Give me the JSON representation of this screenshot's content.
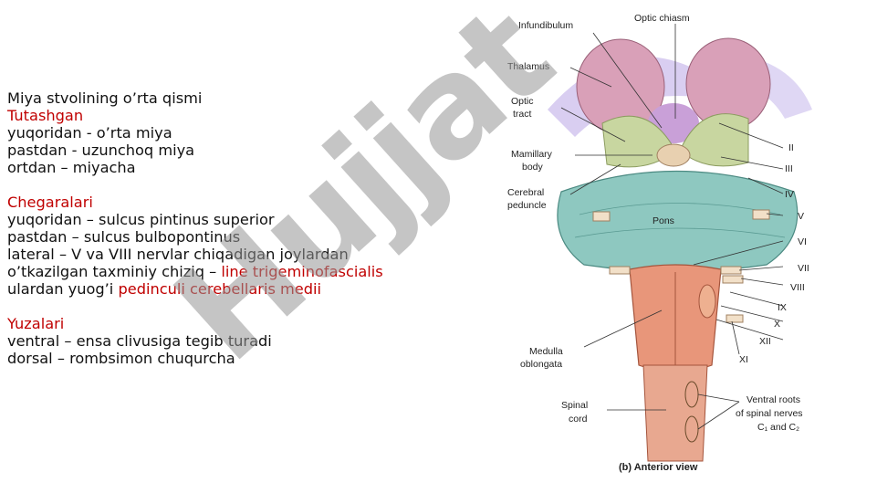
{
  "text": {
    "line1": "Miya stvolining o’rta qismi",
    "line2": "Tutashgan",
    "line3": "yuqoridan - o’rta miya",
    "line4": "pastdan - uzunchoq miya",
    "line5": "ortdan – miyacha",
    "line6": "Chegaralari",
    "line7": "yuqoridan – sulcus pintinus superior",
    "line8": "pastdan – sulcus bulbopontinus",
    "line9": "lateral – V va VIII nervlar chiqadigan joylardan",
    "line10_pre": "o’tkazilgan taxminiy chiziq – ",
    "line10_red": "line trigeminofascialis",
    "line11_pre": "ulardan yuog’i ",
    "line11_red": "pedinculi cerebellaris medii",
    "line12": "Yuzalari",
    "line13": "ventral – ensa clivusiga tegib turadi",
    "line14": "dorsal – rombsimon chuqurcha"
  },
  "watermark": "Hujjat",
  "figure": {
    "labels": {
      "infundibulum": "Infundibulum",
      "optic_chiasm": "Optic chiasm",
      "thalamus": "Thalamus",
      "optic_tract_1": "Optic",
      "optic_tract_2": "tract",
      "mamillary_1": "Mamillary",
      "mamillary_2": "body",
      "cerebral_1": "Cerebral",
      "cerebral_2": "peduncle",
      "pons": "Pons",
      "medulla_1": "Medulla",
      "medulla_2": "oblongata",
      "spinal_1": "Spinal",
      "spinal_2": "cord",
      "ventral_1": "Ventral roots",
      "ventral_2": "of spinal nerves",
      "ventral_3": "C₁ and C₂",
      "n2": "II",
      "n3": "III",
      "n4": "IV",
      "n5": "V",
      "n6": "VI",
      "n7": "VII",
      "n8": "VIII",
      "n9": "IX",
      "n10": "X",
      "n12": "XII",
      "n11": "XI",
      "caption": "(b) Anterior view"
    }
  },
  "colors": {
    "accent_red": "#c00000",
    "thalamus": "#d9a0b8",
    "pons": "#8ec8c0",
    "medulla": "#e8967a",
    "watermark": "#969696"
  }
}
